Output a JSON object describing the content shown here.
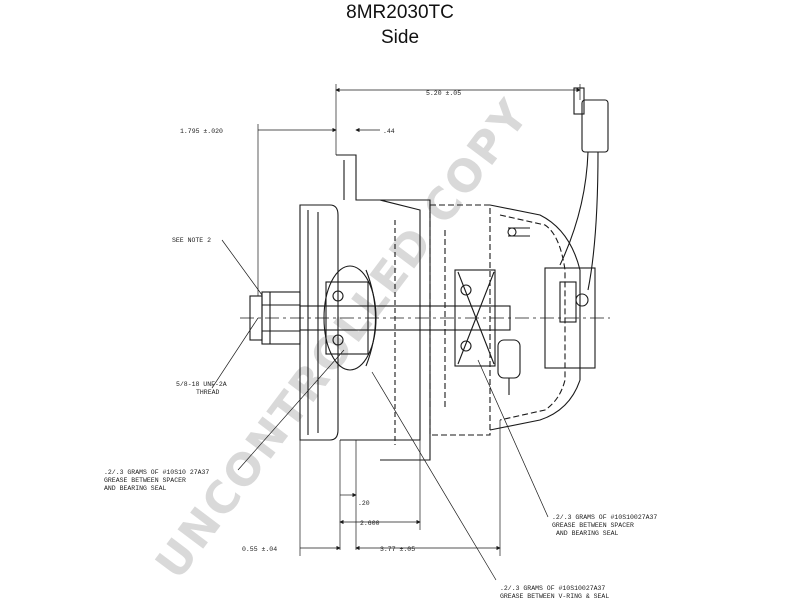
{
  "header": {
    "title": "8MR2030TC",
    "subtitle": "Side"
  },
  "dimensions": {
    "overall_length": "5.20 ±.05",
    "front_offset": "1.795 ±.020",
    "hub_width": ".44",
    "spacer": ".20",
    "mount_span": "2.600",
    "front_to_mount": "0.55 ±.04",
    "mount_to_rear": "3.77 ±.05"
  },
  "notes": {
    "see_note": "SEE NOTE 2",
    "thread": [
      "5/8-18 UNF-2A",
      "THREAD"
    ],
    "grease_front": [
      ".2/.3 GRAMS OF #10S10 27A37",
      "GREASE BETWEEN SPACER",
      "AND BEARING SEAL"
    ],
    "grease_rear": [
      ".2/.3 GRAMS OF #10S10027A37",
      "GREASE BETWEEN SPACER",
      "AND BEARING SEAL"
    ],
    "grease_vring": [
      ".2/.3 GRAMS OF #10S10027A37",
      "GREASE BETWEEN V-RING & SEAL"
    ]
  },
  "watermark": "UNCONTROLLED COPY",
  "colors": {
    "line": "#1a1a1a",
    "watermark": "#d9d9d9",
    "background": "#ffffff"
  }
}
